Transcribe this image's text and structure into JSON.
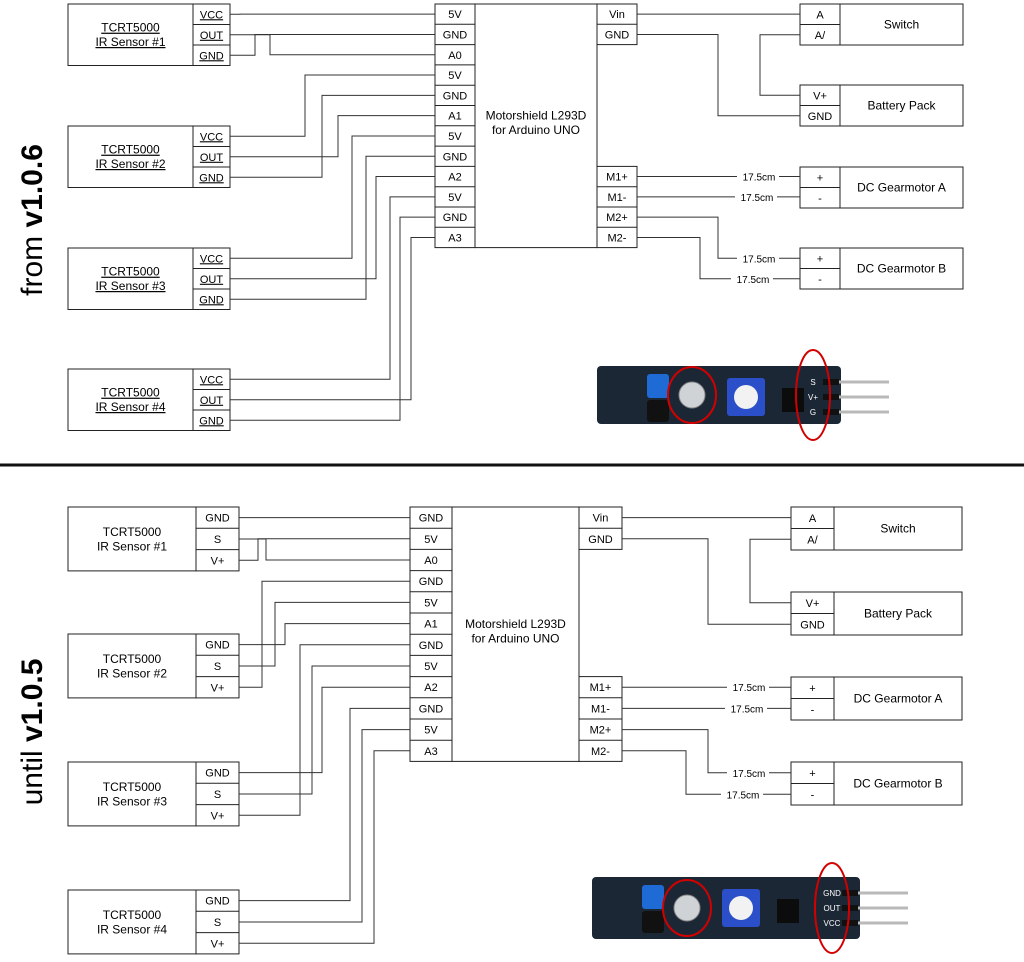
{
  "top": {
    "version_prefix": "from",
    "version_number": "v1.0.6",
    "sensors": [
      {
        "model": "TCRT5000",
        "name": "IR Sensor #1",
        "pins": [
          "VCC",
          "OUT",
          "GND"
        ]
      },
      {
        "model": "TCRT5000",
        "name": "IR Sensor #2",
        "pins": [
          "VCC",
          "OUT",
          "GND"
        ]
      },
      {
        "model": "TCRT5000",
        "name": "IR Sensor #3",
        "pins": [
          "VCC",
          "OUT",
          "GND"
        ]
      },
      {
        "model": "TCRT5000",
        "name": "IR Sensor #4",
        "pins": [
          "VCC",
          "OUT",
          "GND"
        ]
      }
    ],
    "shield": {
      "title_line1": "Motorshield L293D",
      "title_line2": "for Arduino UNO",
      "left_pins": [
        "5V",
        "GND",
        "A0",
        "5V",
        "GND",
        "A1",
        "5V",
        "GND",
        "A2",
        "5V",
        "GND",
        "A3"
      ],
      "right_top_pins": [
        "Vin",
        "GND"
      ],
      "right_motor_pins": [
        "M1+",
        "M1-",
        "M2+",
        "M2-"
      ]
    },
    "switch": {
      "label": "Switch",
      "pins": [
        "A",
        "A/"
      ]
    },
    "battery": {
      "label": "Battery Pack",
      "pins": [
        "V+",
        "GND"
      ]
    },
    "motor_a": {
      "label": "DC Gearmotor A",
      "pins": [
        "+",
        "-"
      ]
    },
    "motor_b": {
      "label": "DC Gearmotor B",
      "pins": [
        "+",
        "-"
      ]
    },
    "wire_length": "17.5cm",
    "board_silkscreen": [
      "S",
      "V+",
      "G"
    ]
  },
  "bottom": {
    "version_prefix": "until",
    "version_number": "v1.0.5",
    "sensors": [
      {
        "model": "TCRT5000",
        "name": "IR Sensor #1",
        "pins": [
          "GND",
          "S",
          "V+"
        ]
      },
      {
        "model": "TCRT5000",
        "name": "IR Sensor #2",
        "pins": [
          "GND",
          "S",
          "V+"
        ]
      },
      {
        "model": "TCRT5000",
        "name": "IR Sensor #3",
        "pins": [
          "GND",
          "S",
          "V+"
        ]
      },
      {
        "model": "TCRT5000",
        "name": "IR Sensor #4",
        "pins": [
          "GND",
          "S",
          "V+"
        ]
      }
    ],
    "shield": {
      "title_line1": "Motorshield L293D",
      "title_line2": "for Arduino UNO",
      "left_pins": [
        "GND",
        "5V",
        "A0",
        "GND",
        "5V",
        "A1",
        "GND",
        "5V",
        "A2",
        "GND",
        "5V",
        "A3"
      ],
      "right_top_pins": [
        "Vin",
        "GND"
      ],
      "right_motor_pins": [
        "M1+",
        "M1-",
        "M2+",
        "M2-"
      ]
    },
    "switch": {
      "label": "Switch",
      "pins": [
        "A",
        "A/"
      ]
    },
    "battery": {
      "label": "Battery Pack",
      "pins": [
        "V+",
        "GND"
      ]
    },
    "motor_a": {
      "label": "DC Gearmotor A",
      "pins": [
        "+",
        "-"
      ]
    },
    "motor_b": {
      "label": "DC Gearmotor B",
      "pins": [
        "+",
        "-"
      ]
    },
    "wire_length": "17.5cm",
    "board_silkscreen": [
      "GND",
      "OUT",
      "VCC"
    ]
  }
}
